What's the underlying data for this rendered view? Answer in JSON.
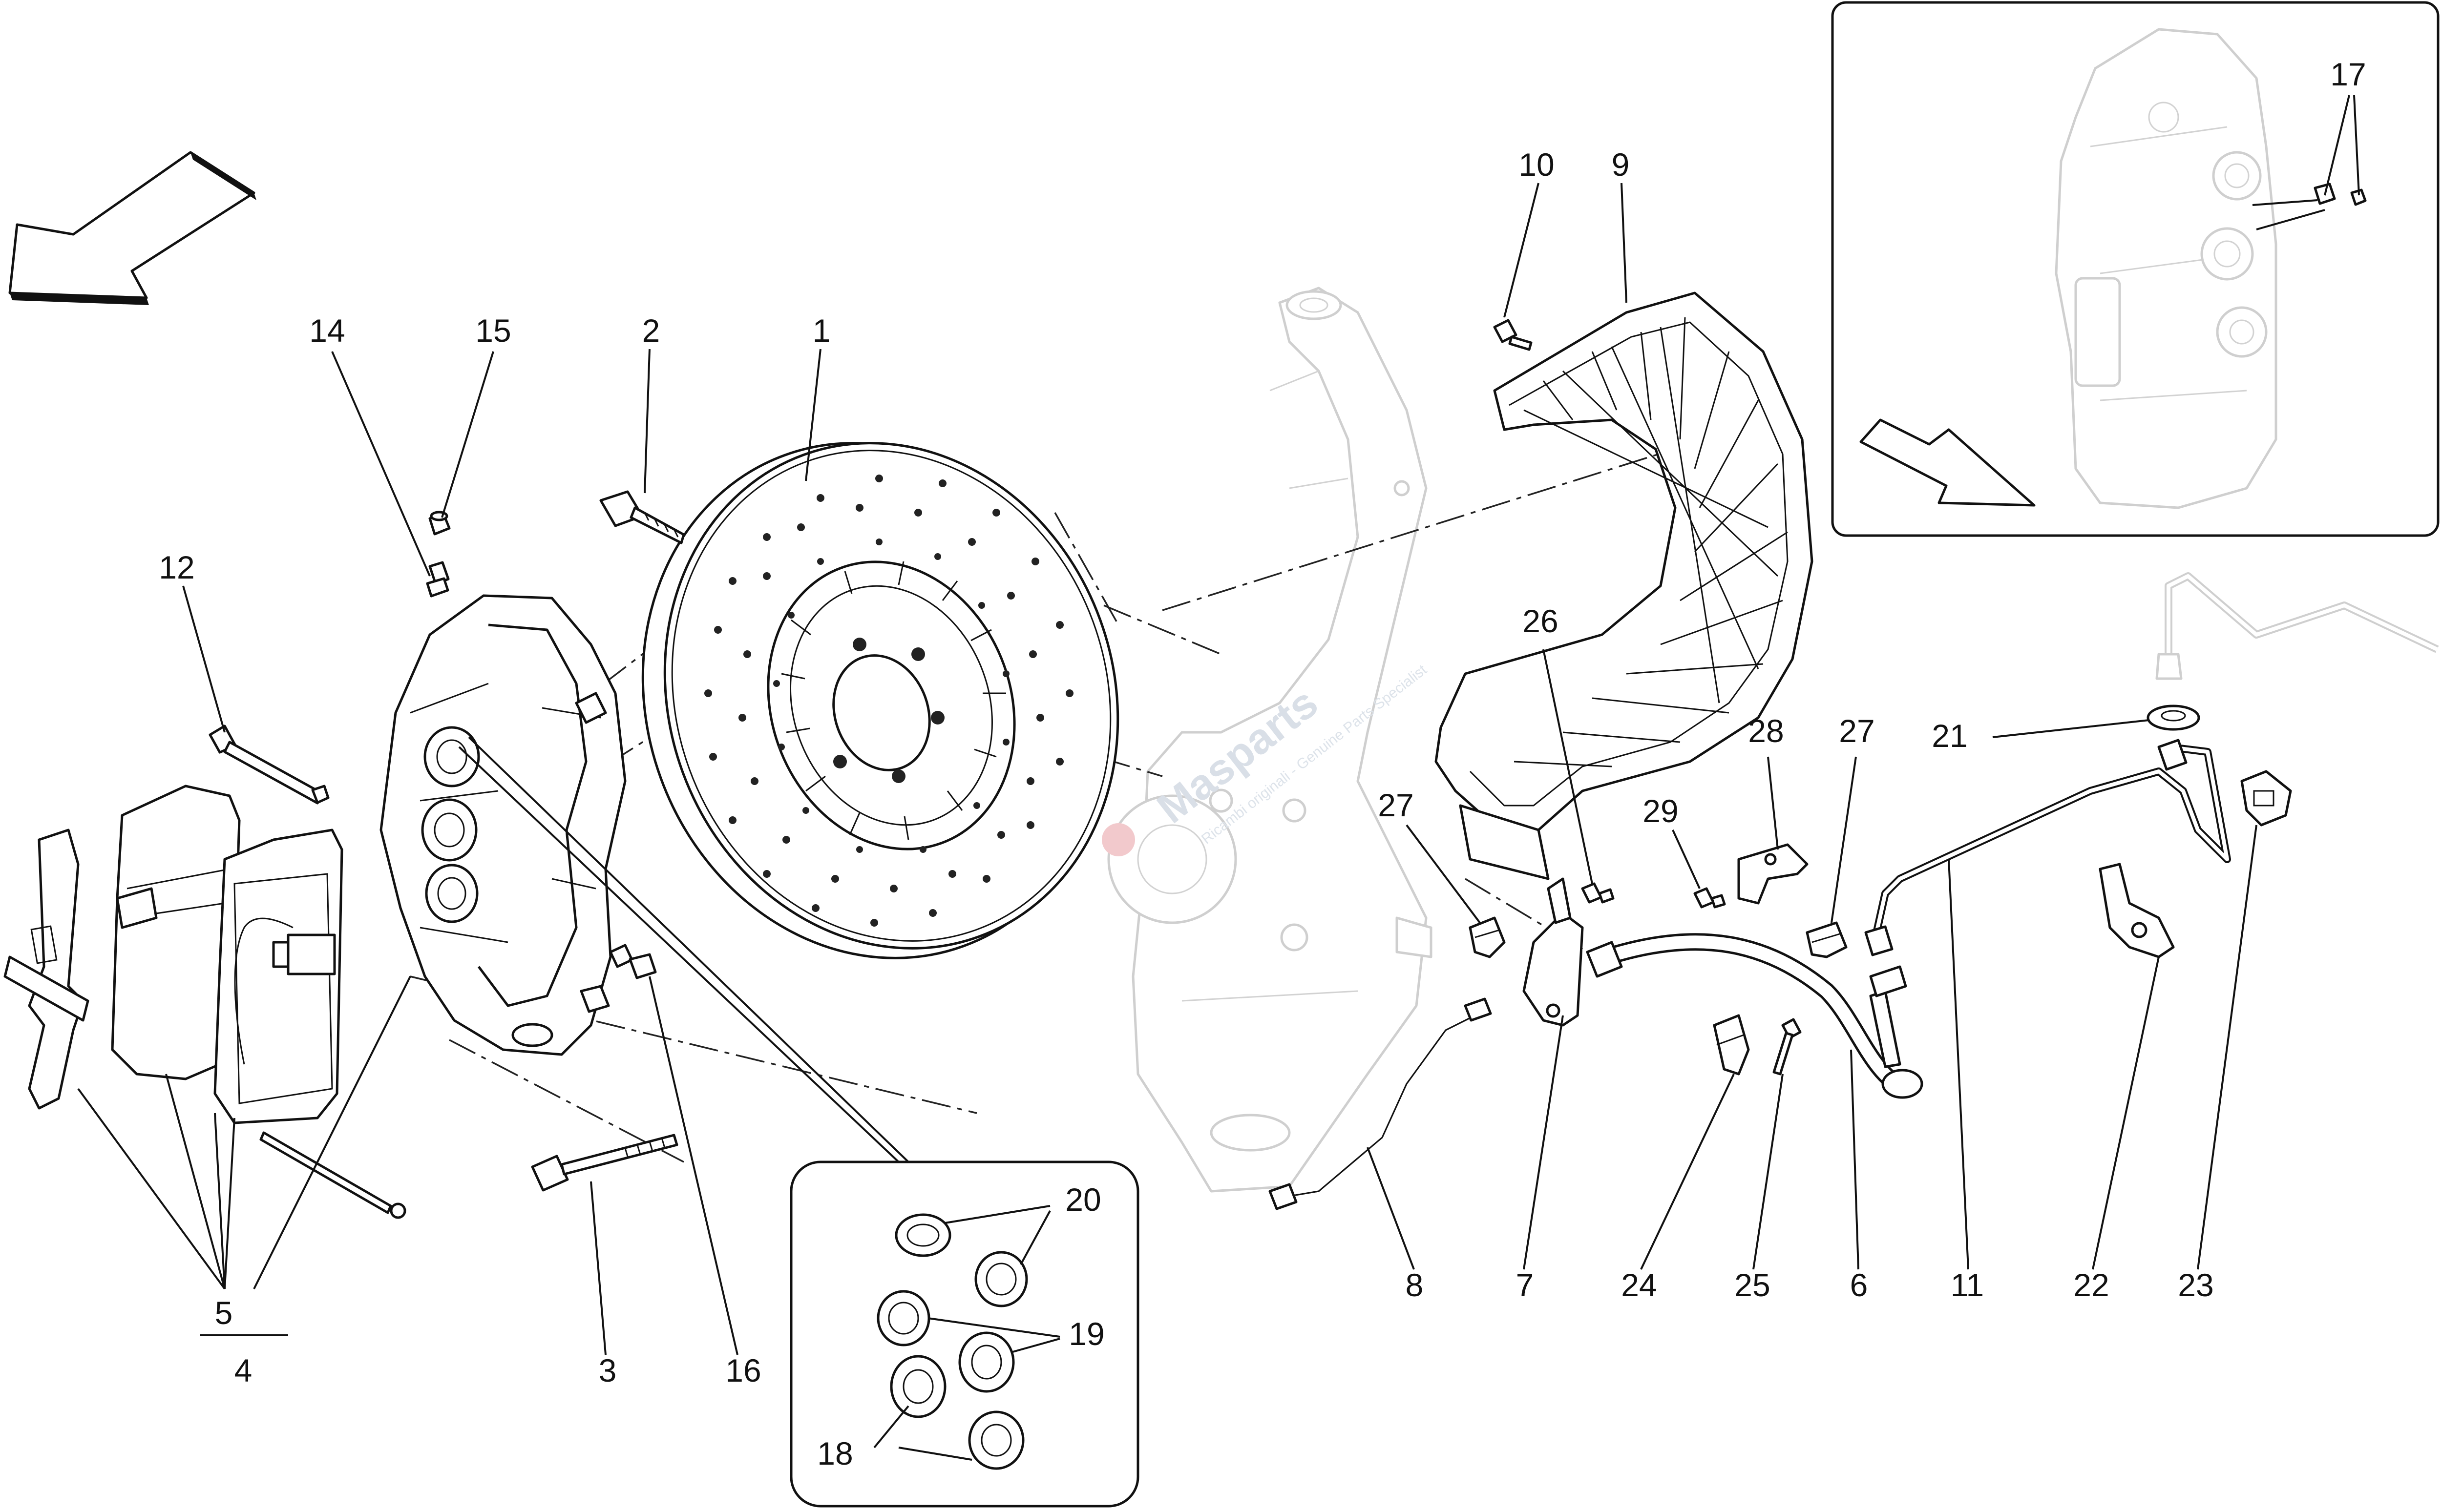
{
  "callouts": {
    "c1": "1",
    "c2": "2",
    "c3": "3",
    "c4": "4",
    "c5": "5",
    "c6": "6",
    "c7": "7",
    "c8": "8",
    "c9": "9",
    "c10": "10",
    "c11": "11",
    "c12": "12",
    "c14": "14",
    "c15": "15",
    "c16": "16",
    "c17": "17",
    "c18": "18",
    "c19": "19",
    "c20": "20",
    "c21": "21",
    "c22": "22",
    "c23": "23",
    "c24": "24",
    "c25": "25",
    "c26": "26",
    "c27a": "27",
    "c27b": "27",
    "c28": "28",
    "c29": "29"
  },
  "watermark": {
    "brand": "Masparts",
    "tagline": "Ricambi originali - Genuine Parts Specialist"
  },
  "colors": {
    "line": "#111111",
    "ghost": "#cfcfcf",
    "watermark": "#d9dfe7",
    "watermark_logo": "#f2c9cc"
  }
}
